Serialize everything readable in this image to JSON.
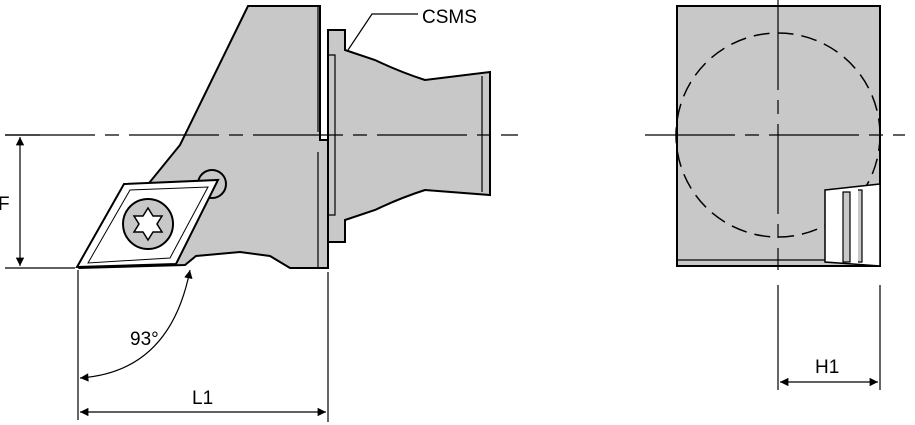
{
  "labels": {
    "csms": "CSMS",
    "f": "F",
    "angle": "93°",
    "l1": "L1",
    "h1": "H1"
  },
  "colors": {
    "body_fill": "#c8c8c8",
    "line": "#000000",
    "insert_fill": "#ffffff"
  }
}
